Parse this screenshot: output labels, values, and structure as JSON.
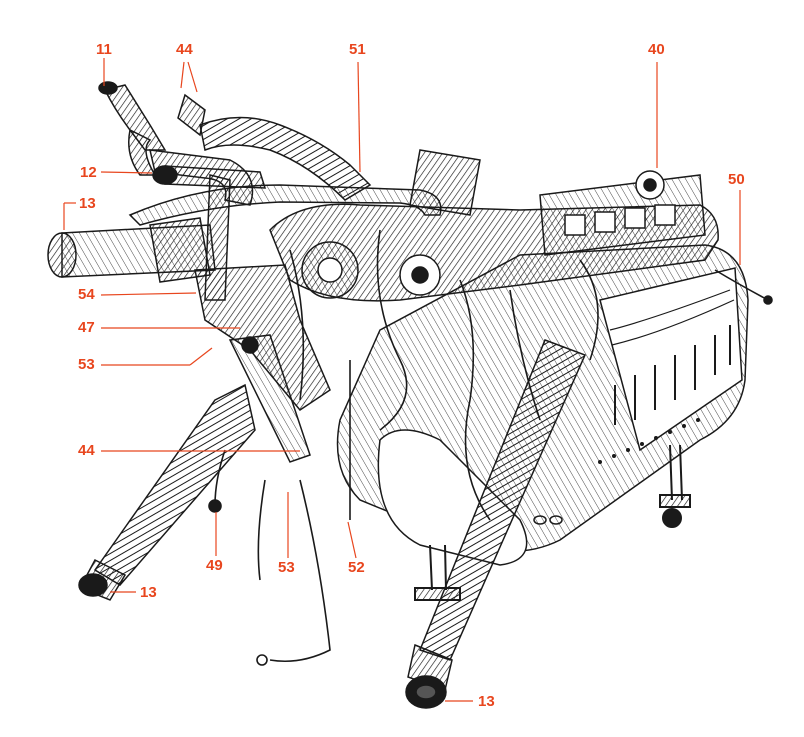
{
  "figure": {
    "accent_color": "#e8461e",
    "ink_color": "#1a1a1a",
    "callouts": [
      {
        "id": "c-11-top",
        "text": "11"
      },
      {
        "id": "c-44-top",
        "text": "44"
      },
      {
        "id": "c-51",
        "text": "51"
      },
      {
        "id": "c-40",
        "text": "40"
      },
      {
        "id": "c-12",
        "text": "12"
      },
      {
        "id": "c-50",
        "text": "50"
      },
      {
        "id": "c-13-left",
        "text": "13"
      },
      {
        "id": "c-54",
        "text": "54"
      },
      {
        "id": "c-47",
        "text": "47"
      },
      {
        "id": "c-53-left",
        "text": "53"
      },
      {
        "id": "c-44-mid",
        "text": "44"
      },
      {
        "id": "c-49",
        "text": "49"
      },
      {
        "id": "c-53-bottom",
        "text": "53"
      },
      {
        "id": "c-52",
        "text": "52"
      },
      {
        "id": "c-13-bottom-left",
        "text": "13"
      },
      {
        "id": "c-13-bottom",
        "text": "13"
      }
    ]
  }
}
